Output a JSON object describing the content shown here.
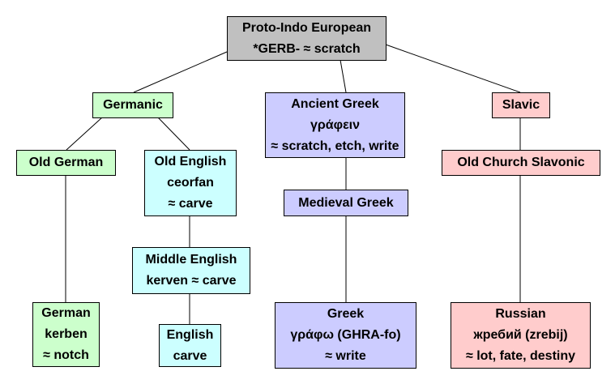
{
  "colors": {
    "proto": "#c0c0c0",
    "germanic": "#ccffcc",
    "english": "#ccffff",
    "greek": "#ccccff",
    "slavic": "#ffcccc"
  },
  "nodes": {
    "pie": [
      "Proto-Indo European",
      "*GERB- ≈ scratch"
    ],
    "germanic": [
      "Germanic"
    ],
    "old_german": [
      "Old German"
    ],
    "old_english": [
      "Old English",
      "ceorfan",
      "≈ carve"
    ],
    "middle_english": [
      "Middle English",
      "kerven ≈ carve"
    ],
    "english": [
      "English",
      "carve"
    ],
    "german": [
      "German",
      "kerben",
      "≈ notch"
    ],
    "ancient_greek": [
      "Ancient Greek",
      "γράφειν",
      "≈ scratch, etch, write"
    ],
    "medieval_greek": [
      "Medieval Greek"
    ],
    "greek": [
      "Greek",
      "γράφω (GHRA-fo)",
      "≈ write"
    ],
    "slavic": [
      "Slavic"
    ],
    "ocs": [
      "Old Church Slavonic"
    ],
    "russian": [
      "Russian",
      "жребий (zrebij)",
      "≈ lot, fate, destiny"
    ]
  },
  "edges": [
    [
      "pie",
      "germanic"
    ],
    [
      "pie",
      "ancient_greek"
    ],
    [
      "pie",
      "slavic"
    ],
    [
      "germanic",
      "old_german"
    ],
    [
      "germanic",
      "old_english"
    ],
    [
      "old_german",
      "german"
    ],
    [
      "old_english",
      "middle_english"
    ],
    [
      "middle_english",
      "english"
    ],
    [
      "ancient_greek",
      "medieval_greek"
    ],
    [
      "medieval_greek",
      "greek"
    ],
    [
      "slavic",
      "ocs"
    ],
    [
      "ocs",
      "russian"
    ]
  ]
}
